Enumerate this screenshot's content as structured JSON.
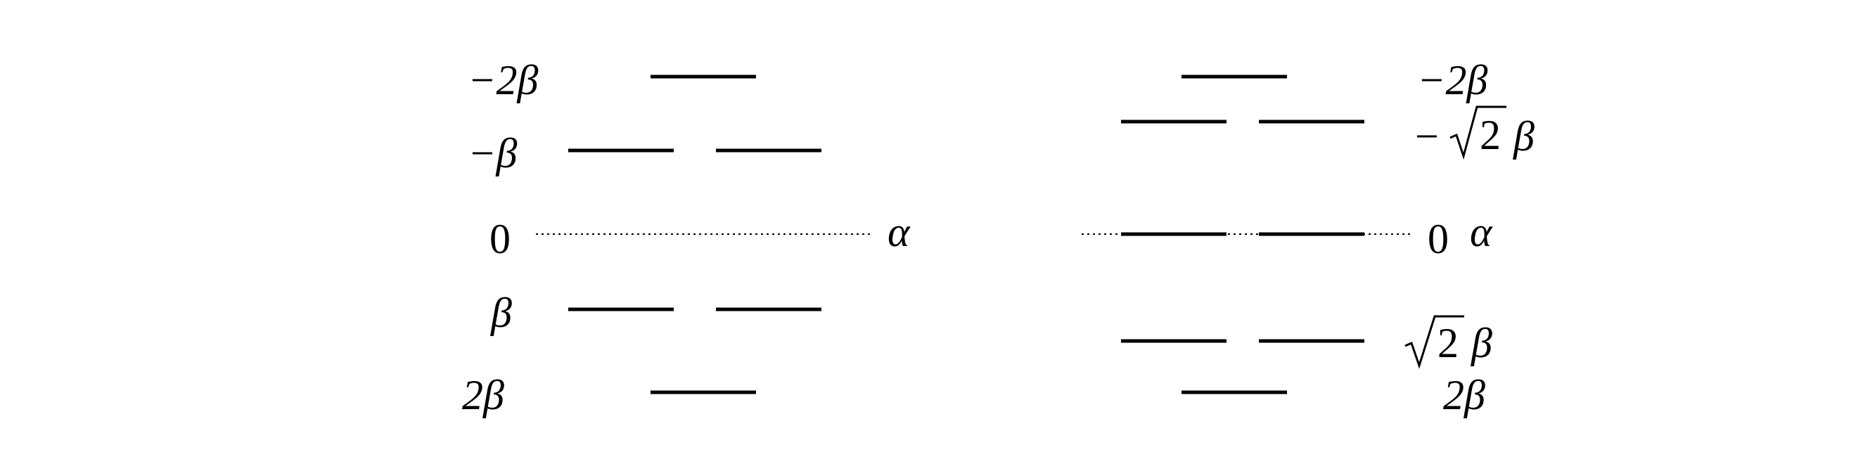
{
  "left": {
    "labels": {
      "neg_two_beta": "−2β",
      "neg_beta": "−β",
      "zero": "0",
      "beta": "β",
      "two_beta": "2β"
    },
    "reference": "α"
  },
  "right": {
    "labels": {
      "neg_two_beta": "−2β",
      "neg_sqrt2_beta_sign": "−",
      "sqrt_symbol": "√",
      "sqrt_radicand": "2",
      "sqrt_beta": "β",
      "zero": "0",
      "reference": "α",
      "two_beta": "2β"
    }
  },
  "colors": {
    "line": "#000000",
    "background": "#ffffff"
  }
}
